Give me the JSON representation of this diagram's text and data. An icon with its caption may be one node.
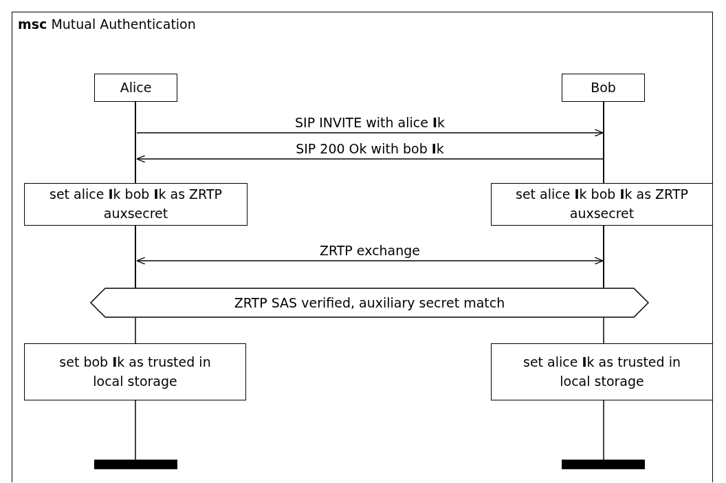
{
  "diagram": {
    "nodes": [
      {
        "text": [
          "**msc** Mutual Authentication"
        ]
      },
      {
        "text": [
          "Alice"
        ],
        "in": 0
      },
      {
        "text": [
          "Bob"
        ],
        "in": 0
      },
      {
        "text": [],
        "shape": "line",
        "in": 0
      },
      {
        "text": [],
        "shape": "line",
        "in": 0
      },
      {
        "text": [
          "set alice **I**k bob **I**k as ZRTP auxsecret"
        ],
        "in": 0
      },
      {
        "text": [
          "set alice **I**k bob **I**k as ZRTP auxsecret"
        ],
        "in": 0
      },
      {
        "text": [
          "ZRTP SAS verified, auxiliary secret match"
        ],
        "in": 0
      },
      {
        "text": [
          "set bob **I**k as trusted in local storage"
        ],
        "in": 0
      },
      {
        "text": [
          "set alice **I**k as trusted in local storage"
        ],
        "in": 0
      },
      {
        "text": [],
        "shape": "bar",
        "in": 0
      },
      {
        "text": [],
        "shape": "bar",
        "in": 0
      }
    ],
    "edges": [
      {
        "from": 3,
        "to": 4,
        "arrow": "to",
        "label": "SIP INVITE with alice **I**k"
      },
      {
        "from": 4,
        "to": 3,
        "arrow": "to",
        "label": "SIP 200 Ok with bob **I**k"
      },
      {
        "from": 3,
        "to": 4,
        "arrow": "both",
        "label": "ZRTP exchange"
      },
      {
        "from": 7,
        "to": 8,
        "arrow": "none"
      },
      {
        "from": 7,
        "to": 9,
        "arrow": "none"
      },
      {
        "from": 8,
        "to": 10,
        "arrow": "none"
      },
      {
        "from": 9,
        "to": 11,
        "arrow": "none"
      }
    ]
  }
}
